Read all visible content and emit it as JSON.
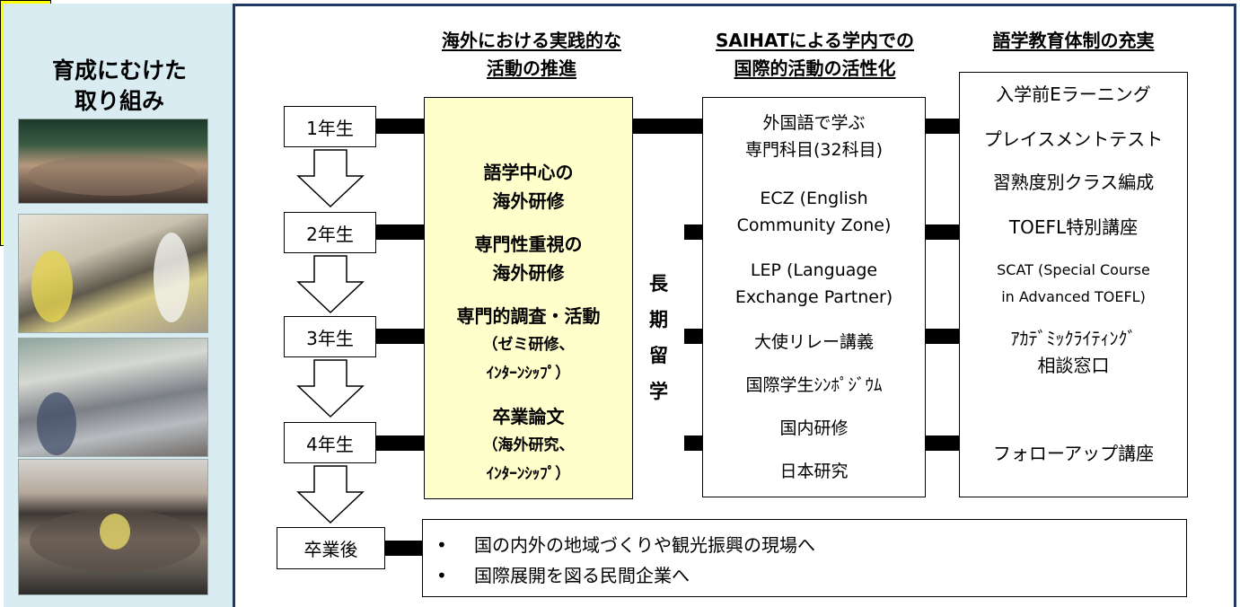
{
  "sidebar": {
    "title": "育成にむけた\n取り組み"
  },
  "columns": {
    "overseas": "海外における実践的な\n活動の推進",
    "campus": "SAIHATによる学内での\n国際的活動の活性化",
    "language": "語学教育体制の充実"
  },
  "years": [
    "1年生",
    "2年生",
    "3年生",
    "4年生"
  ],
  "graduation": "卒業後",
  "overseas_items": [
    {
      "title": "語学中心の\n海外研修",
      "sub": ""
    },
    {
      "title": "専門性重視の\n海外研修",
      "sub": ""
    },
    {
      "title": "専門的調査・活動",
      "sub": "（ゼミ研修、\nｲﾝﾀｰﾝｼｯﾌﾟ）"
    },
    {
      "title": "卒業論文",
      "sub": "（海外研究、\nｲﾝﾀｰﾝｼｯﾌﾟ）"
    }
  ],
  "long_term": "長\n期\n留\n学",
  "campus_items": [
    "外国語で学ぶ\n専門科目(32科目)",
    "ECZ (English\nCommunity Zone)",
    "LEP (Language\nExchange Partner)",
    "大使リレー講義",
    "国際学生ｼﾝﾎﾟｼﾞｳﾑ",
    "国内研修",
    "日本研究"
  ],
  "language_items": [
    "入学前Eラーニング",
    "プレイスメントテスト",
    "習熟度別クラス編成",
    "TOEFL特別講座",
    "SCAT (Special Course\nin Advanced TOEFL)",
    "ｱｶﾃﾞﾐｯｸﾗｲﾃｨﾝｸﾞ\n相談窓口",
    "フォローアップ講座"
  ],
  "career_items": [
    "国の内外の地域づくりや観光振興の現場へ",
    "国際展開を図る民間企業へ"
  ],
  "colors": {
    "frame": "#1f3864",
    "sidebar": "#d8ecf1",
    "overseas_box": "#ffffcc",
    "long_term_box": "#ffff00"
  }
}
